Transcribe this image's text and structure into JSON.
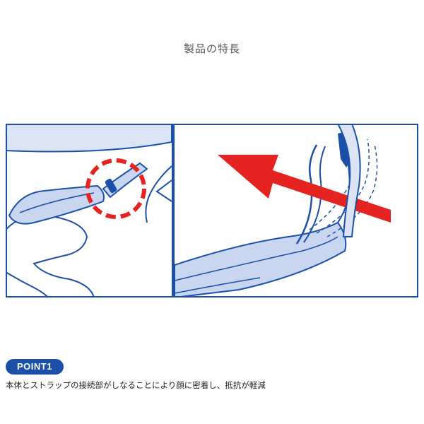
{
  "header": {
    "title": "製品の特長"
  },
  "point": {
    "badge": "POINT1",
    "description": "本体とストラップの接続部がしなることにより顔に密着し、抵抗が軽減"
  },
  "colors": {
    "outline": "#1c50a8",
    "fill_light": "#c9d6ef",
    "cap_fill": "#dbe4f5",
    "accent_red": "#e52320",
    "badge": "#1c50a8"
  },
  "icons": {
    "highlight_marker": "dashed-circle",
    "direction_marker": "arrow-left"
  }
}
